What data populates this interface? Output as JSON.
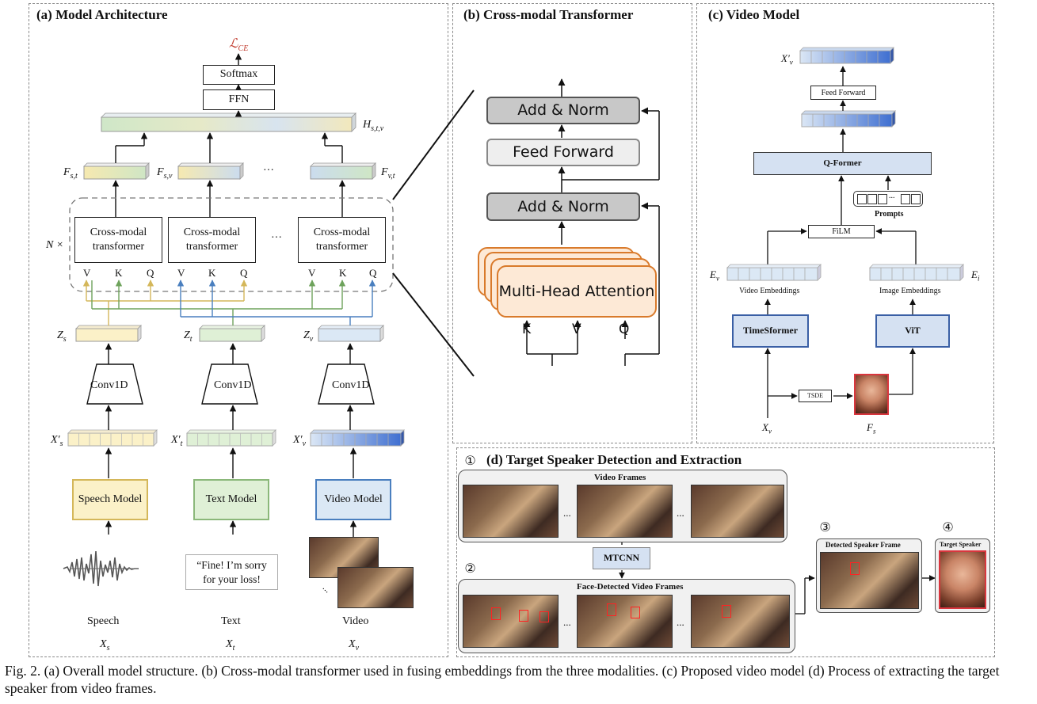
{
  "panel_a": {
    "title": "(a)  Model Architecture",
    "loss": "ℒ",
    "loss_sub": "CE",
    "softmax": "Softmax",
    "ffn": "FFN",
    "h_label": "H",
    "h_sub": "s,t,v",
    "f_st": "F",
    "f_st_sub": "s,t",
    "f_sv": "F",
    "f_sv_sub": "s,v",
    "f_vt": "F",
    "f_vt_sub": "v,t",
    "ellipsis": "···",
    "n_times": "N ×",
    "cm_label": "Cross-modal transformer",
    "vkq": [
      "V",
      "K",
      "Q"
    ],
    "z_s": "Z",
    "z_s_sub": "s",
    "z_t": "Z",
    "z_t_sub": "t",
    "z_v": "Z",
    "z_v_sub": "v",
    "conv": "Conv1D",
    "xs_p": "X′",
    "xs_p_sub": "s",
    "xt_p": "X′",
    "xt_p_sub": "t",
    "xv_p": "X′",
    "xv_p_sub": "v",
    "speech_model": "Speech Model",
    "text_model": "Text Model",
    "video_model": "Video Model",
    "text_quote": "“Fine! I’m sorry for your loss!",
    "speech": "Speech",
    "text": "Text",
    "video": "Video",
    "x_s": "X",
    "x_s_sub": "s",
    "x_t": "X",
    "x_t_sub": "t",
    "x_v": "X",
    "x_v_sub": "v",
    "colors": {
      "speech": "#d4b75a",
      "text": "#8bb87a",
      "video": "#4a7fbf",
      "speech_fill": "#fbf1c8",
      "text_fill": "#dff0d6",
      "video_fill": "#dbe8f5"
    }
  },
  "panel_b": {
    "title": "(b)  Cross-modal Transformer",
    "add_norm_top": "Add & Norm",
    "feed_forward": "Feed Forward",
    "add_norm_bottom": "Add & Norm",
    "mha": "Multi-Head Attention",
    "k": "K",
    "v": "V",
    "q": "Q"
  },
  "panel_c": {
    "title": "(c)  Video Model",
    "xv_p": "X′",
    "xv_p_sub": "v",
    "feed_forward": "Feed Forward",
    "qformer": "Q-Former",
    "prompt_dots": "...",
    "prompts": "Prompts",
    "film": "FiLM",
    "e_v": "E",
    "e_v_sub": "v",
    "e_i": "E",
    "e_i_sub": "i",
    "video_emb": "Video Embeddings",
    "image_emb": "Image Embeddings",
    "timesformer": "TimeSformer",
    "vit": "ViT",
    "tsde": "TSDE",
    "x_v": "X",
    "x_v_sub": "v",
    "f_s": "F",
    "f_s_sub": "s"
  },
  "panel_d": {
    "title": "(d)  Target Speaker Detection and Extraction",
    "step1": "①",
    "step2": "②",
    "step3": "③",
    "step4": "④",
    "video_frames": "Video Frames",
    "mtcnn": "MTCNN",
    "face_frames": "Face-Detected Video Frames",
    "detected": "Detected Speaker Frame",
    "target": "Target Speaker",
    "dots": "..."
  },
  "caption": "Fig. 2.  (a) Overall model structure. (b) Cross-modal transformer used in fusing embeddings from the three modalities. (c) Proposed video model (d) Process of extracting the target speaker from video frames."
}
